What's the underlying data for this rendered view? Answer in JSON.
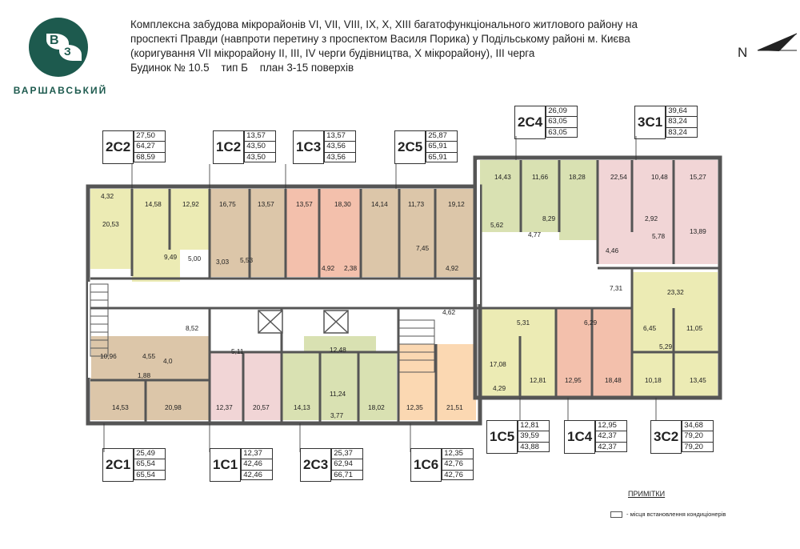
{
  "logo": {
    "text": "ВАРШАВСЬКИЙ",
    "icon": "vz-logo-mark",
    "letters": "ВЗ",
    "brand_color": "#1d5a4e"
  },
  "header": {
    "line1": "Комплексна забудова мікрорайонів VI, VII, VIII, IX, X, XIII багатофункціонального житлового району на",
    "line2": "проспекті Правди (навпроти перетину з проспектом Василя Порика) у Подільському районі м. Києва",
    "line3": "(коригування VII мікрорайону II, III, IV черги будівництва, Х мікрорайону), ІІІ черга",
    "line4": "Будинок № 10.5    тип Б    план 3-15 поверхів"
  },
  "compass": {
    "label": "N"
  },
  "apartments": [
    {
      "name": "2С2",
      "areas": [
        "27,50",
        "64,27",
        "68,59"
      ]
    },
    {
      "name": "1С2",
      "areas": [
        "13,57",
        "43,50",
        "43,50"
      ]
    },
    {
      "name": "1С3",
      "areas": [
        "13,57",
        "43,56",
        "43,56"
      ]
    },
    {
      "name": "2С5",
      "areas": [
        "25,87",
        "65,91",
        "65,91"
      ]
    },
    {
      "name": "2С4",
      "areas": [
        "26,09",
        "63,05",
        "63,05"
      ]
    },
    {
      "name": "3С1",
      "areas": [
        "39,64",
        "83,24",
        "83,24"
      ]
    },
    {
      "name": "2С1",
      "areas": [
        "25,49",
        "65,54",
        "65,54"
      ]
    },
    {
      "name": "1С1",
      "areas": [
        "12,37",
        "42,46",
        "42,46"
      ]
    },
    {
      "name": "2С3",
      "areas": [
        "25,37",
        "62,94",
        "66,71"
      ]
    },
    {
      "name": "1С6",
      "areas": [
        "12,35",
        "42,76",
        "42,76"
      ]
    },
    {
      "name": "1С5",
      "areas": [
        "12,81",
        "39,59",
        "43,88"
      ]
    },
    {
      "name": "1С4",
      "areas": [
        "12,95",
        "42,37",
        "42,37"
      ]
    },
    {
      "name": "3С2",
      "areas": [
        "34,68",
        "79,20",
        "79,20"
      ]
    }
  ],
  "rooms": [
    "4,32",
    "20,53",
    "14,58",
    "12,92",
    "9,49",
    "5,00",
    "16,75",
    "13,57",
    "3,03",
    "5,53",
    "13,57",
    "18,30",
    "4,92",
    "2,38",
    "14,14",
    "11,73",
    "19,12",
    "7,45",
    "4,92",
    "14,43",
    "11,66",
    "18,28",
    "5,62",
    "8,29",
    "4,77",
    "22,54",
    "10,48",
    "15,27",
    "2,92",
    "5,78",
    "13,89",
    "4,46",
    "7,31",
    "23,32",
    "11,05",
    "6,45",
    "5,29",
    "10,18",
    "13,45",
    "6,29",
    "5,31",
    "4,62",
    "17,08",
    "12,81",
    "4,29",
    "12,95",
    "18,48",
    "8,52",
    "10,96",
    "4,55",
    "1,88",
    "4,0",
    "14,53",
    "20,98",
    "5,11",
    "12,37",
    "20,57",
    "12,48",
    "14,13",
    "11,24",
    "3,77",
    "18,02",
    "12,35",
    "21,51"
  ],
  "notes": {
    "title": "ПРИМІТКИ",
    "text": "- місця встановлення кондиціонерів"
  },
  "colors": {
    "yellow": "#ecebb4",
    "tan": "#dcc6a9",
    "salmon": "#f3c0ac",
    "pinkish": "#e9c9c0",
    "greenish": "#d9e1b2",
    "pink": "#f1d5d6",
    "peach": "#fbd8b2",
    "wall": "#555555"
  }
}
